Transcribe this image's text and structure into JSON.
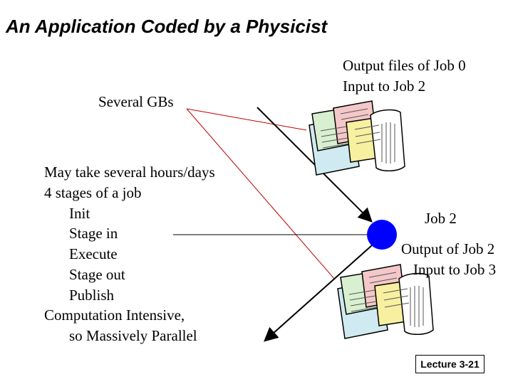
{
  "slide": {
    "title": "An Application Coded by a Physicist",
    "size_label": "Several GBs",
    "output_job0": "Output files of Job 0",
    "input_job2": "Input to Job 2",
    "job_label": "Job 2",
    "output_job2": "Output of Job 2",
    "input_job3": "Input to Job 3",
    "footer": "Lecture 3-21",
    "notes": [
      "May take several hours/days",
      "4 stages of a job",
      "Init",
      "Stage in",
      "Execute",
      "Stage out",
      "Publish",
      "Computation Intensive,",
      "so Massively Parallel"
    ]
  },
  "colors": {
    "job_node": "#0000ff",
    "pointer_line": "#c00000"
  },
  "icons": [
    "document-stack-icon",
    "document-stack-icon"
  ]
}
